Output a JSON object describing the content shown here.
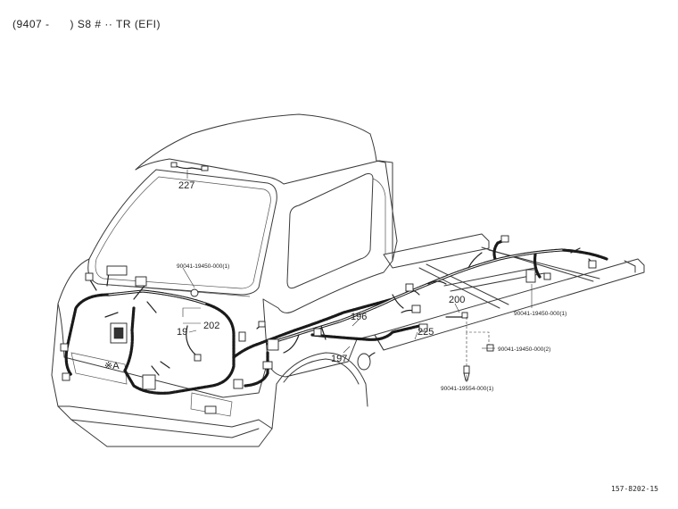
{
  "header": {
    "text": "(9407 -      ) S8 # ·· TR (EFI)"
  },
  "callouts": {
    "c227": "227",
    "c202": "202",
    "c19": "19",
    "c196": "196",
    "c197": "197",
    "c200": "200",
    "c225": "225",
    "cA": "※A"
  },
  "parts": {
    "p1": "90041-19450-000(1)",
    "p2": "90041-19450-000(1)",
    "p3": "90041-19450-000(2)",
    "p4": "90041-19554-000(1)"
  },
  "page_number": "157-8202-15"
}
